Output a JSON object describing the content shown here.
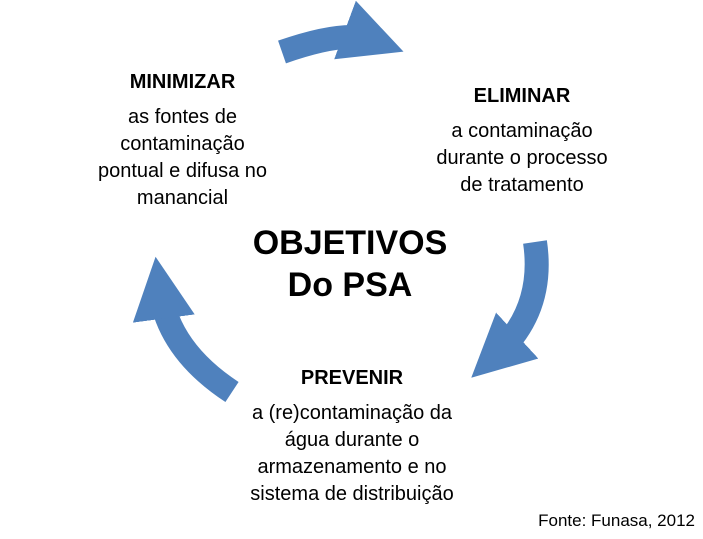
{
  "diagram": {
    "title_line1": "OBJETIVOS",
    "title_line2": "Do PSA",
    "steps": [
      {
        "heading": "MINIMIZAR",
        "lines": [
          "as fontes de",
          "contaminação",
          "pontual e difusa no",
          "manancial"
        ]
      },
      {
        "heading": "ELIMINAR",
        "lines": [
          "a contaminação",
          "durante o processo",
          "de tratamento"
        ]
      },
      {
        "heading": "PREVENIR",
        "lines": [
          "a (re)contaminação da",
          "água durante o",
          "armazenamento e no",
          "sistema de distribuição"
        ]
      }
    ],
    "arrow_color": "#4f81bd",
    "arrow_stroke_color": "#ffffff"
  },
  "source": "Fonte: Funasa, 2012"
}
